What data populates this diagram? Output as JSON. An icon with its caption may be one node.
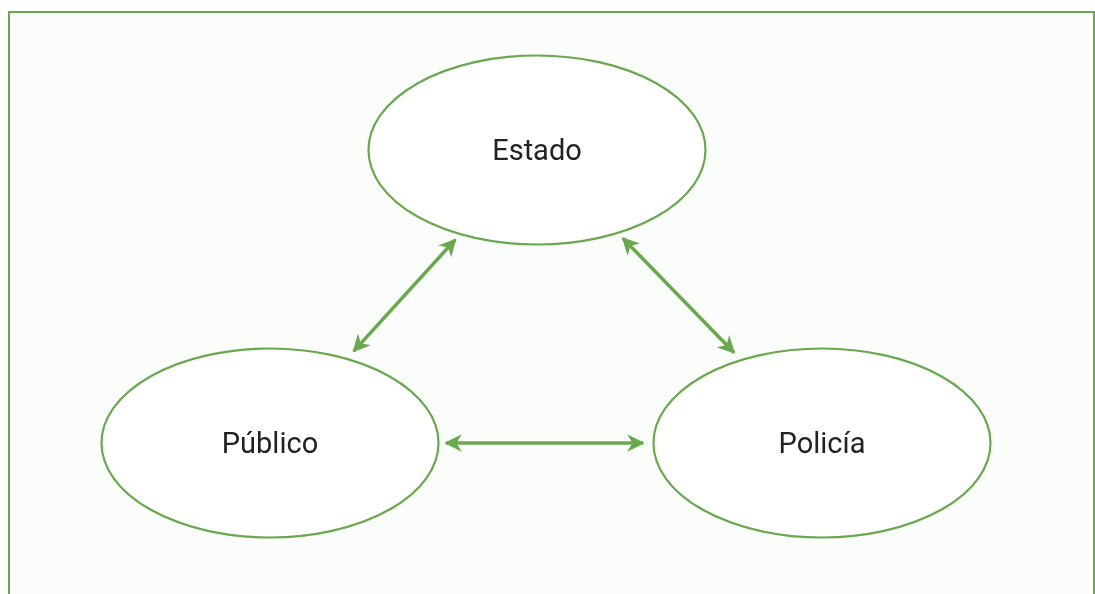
{
  "diagram": {
    "nodes": [
      {
        "text": [
          "Estado"
        ]
      },
      {
        "text": [
          "Público"
        ]
      },
      {
        "text": [
          "Policía"
        ]
      }
    ],
    "edges": [
      {
        "from": 0,
        "to": 1,
        "arrow": "both"
      },
      {
        "from": 0,
        "to": 2,
        "arrow": "both"
      },
      {
        "from": 1,
        "to": 2,
        "arrow": "both"
      }
    ]
  }
}
